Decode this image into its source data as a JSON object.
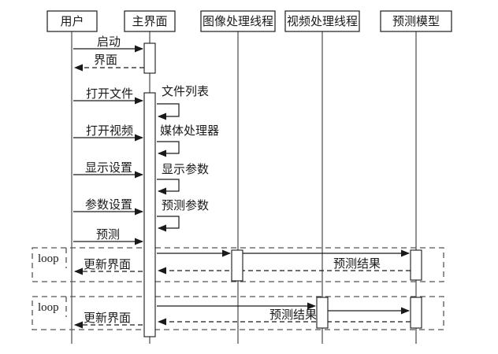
{
  "diagram_type": "uml-sequence-diagram",
  "actors": [
    {
      "id": "user",
      "label": "用户"
    },
    {
      "id": "main-ui",
      "label": "主界面"
    },
    {
      "id": "image-thread",
      "label": "图像处理线程"
    },
    {
      "id": "video-thread",
      "label": "视频处理线程"
    },
    {
      "id": "model",
      "label": "预测模型"
    }
  ],
  "messages": {
    "start": "启动",
    "ui_return": "界面",
    "open_file": "打开文件",
    "file_list": "文件列表",
    "open_video": "打开视频",
    "media_processor": "媒体处理器",
    "display_settings": "显示设置",
    "display_params": "显示参数",
    "param_settings": "参数设置",
    "predict_params": "预测参数",
    "predict": "预测"
  },
  "loop1": {
    "label": "loop",
    "predict_result": "预测结果",
    "update_ui": "更新界面"
  },
  "loop2": {
    "label": "loop",
    "predict_result": "预测结果",
    "update_ui": "更新界面"
  },
  "colors": {
    "line": "#1a1a1a",
    "loop_border": "#555555",
    "background": "#ffffff"
  }
}
